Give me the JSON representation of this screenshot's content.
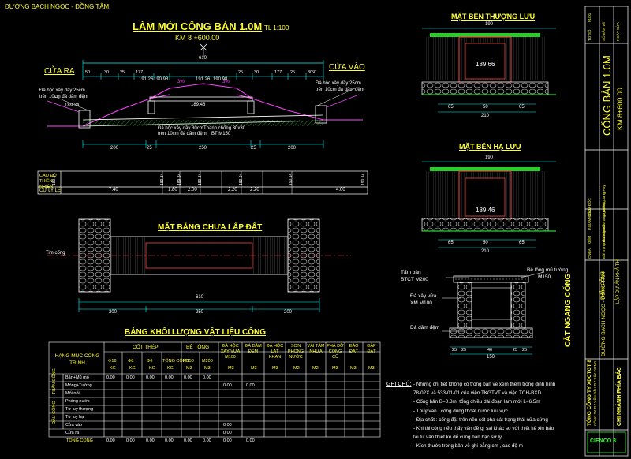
{
  "header": {
    "road_name": "ĐƯỜNG BẠCH NGỌC - ĐỒNG TÂM",
    "title": "LÀM MỚI CỐNG BẢN 1.0M",
    "scale": "TL 1:100",
    "km": "KM 8 +600.00"
  },
  "elevation": {
    "outlet_label": "CỬA RA",
    "inlet_label": "CỬA VÀO",
    "note_left": "Đá hộc xây dầy 25cm",
    "note_left_2": "trên 10cm đá dăm đệm",
    "note_right": "Đá hộc xây dầy 25cm",
    "note_right_2": "trên 10cm đá dăm đệm",
    "note_bottom_1": "Đá hộc xây dầy 30cm",
    "note_bottom_2": "trên 10cm đá dăm đệm",
    "note_tie_1": "Thanh chống 30x30",
    "note_tie_2": "BT M150",
    "total_dim": "610",
    "top_dims": [
      "50",
      "30",
      "25",
      "177",
      "191.26",
      "191.26",
      "25",
      "30",
      "177",
      "25",
      "30",
      "50"
    ],
    "bottom_dims": [
      "200",
      "25",
      "250",
      "25",
      "200"
    ],
    "slope_left": "3%",
    "slope_right": "3%",
    "elev_mid": "189.46",
    "elev_left": "189.34",
    "elev_top_l": "191.26",
    "elev_top_l2": "190.98",
    "elev_top_r": "191.26",
    "elev_top_r2": "190.98"
  },
  "profile_table": {
    "row1_label": "CAO ĐỘ THIÊN NHIÊN",
    "row2_label": "CỰ LY LẺ",
    "elevations": [
      "189.34",
      "189.34",
      "189.84",
      "189.84",
      "189.94",
      "190.14",
      "190.14"
    ],
    "distances": [
      "7.40",
      "1.80",
      "2.00",
      "2.20",
      "2.20",
      "4.00"
    ]
  },
  "plan": {
    "title": "MẶT BẰNG CHƯA LẤP ĐẤT",
    "center_label": "Tim cống",
    "total_dim": "610",
    "dims": [
      "200",
      "250",
      "200"
    ]
  },
  "upstream": {
    "title": "MẶT BÊN THƯỢNG LƯU",
    "top_dim": "190",
    "elev": "189.66",
    "dims": [
      "65",
      "50",
      "65"
    ],
    "total": "210"
  },
  "downstream": {
    "title": "MẶT BÊN HẠ LƯU",
    "top_dim": "190",
    "elev": "189.46",
    "dims": [
      "65",
      "50",
      "65"
    ],
    "total": "210"
  },
  "cross_section": {
    "title": "CẮT NGANG CỐNG",
    "slab_label": "Tấm bản",
    "slab_spec": "BTCT M200",
    "hb_label": "Bê lông mũ tường",
    "hb_spec": "M150",
    "wall_label": "Đá xây vữa",
    "wall_spec": "XM M100",
    "base_label": "Đá dăm đệm",
    "dims": [
      "25",
      "25",
      "40",
      "25",
      "25"
    ],
    "total": "150"
  },
  "quantity_table": {
    "title": "BẢNG KHỐI LƯỢNG VẬT LIỆU CỐNG",
    "col_headers": {
      "item": "HẠNG MỤC CÔNG TRÌNH",
      "rebar": "CỐT THÉP",
      "concrete": "BÊ TÔNG",
      "masonry": "ĐÁ HỘC XÂY VỮA M100",
      "gravel": "ĐÁ DĂM ĐỆM",
      "paving": "ĐÁ HỘC LÁT KHAN",
      "paint": "SƠN PHÒNG NƯỚC",
      "canvas": "VẢI TẨM NHỰA",
      "demolish": "PHÁ DỠ CÔNG CŨ",
      "dig": "ĐÀO ĐẤT",
      "fill": "ĐẮP ĐẤT"
    },
    "sub_headers": [
      "Φ16",
      "Φ8",
      "Φ6",
      "TỔNG CỘNG",
      "M150",
      "M200"
    ],
    "units": [
      "KG",
      "KG",
      "KG",
      "KG",
      "M3",
      "M3",
      "M3",
      "M3",
      "M3",
      "M2",
      "M2",
      "M3",
      "M3",
      "M3"
    ],
    "group_1": "THÂN CỐNG",
    "group_2": "ĐẦU CỐNG",
    "rows": [
      {
        "name": "Bản+Mũ mố",
        "values": [
          "0.00",
          "0.00",
          "0.00",
          "0.00",
          "0.00",
          "0.00",
          "",
          "",
          "",
          "",
          "",
          "",
          "",
          ""
        ]
      },
      {
        "name": "Móng+Tường",
        "values": [
          "",
          "",
          "",
          "",
          "",
          "",
          "0.00",
          "0.00",
          "",
          "",
          "",
          "",
          "",
          ""
        ]
      },
      {
        "name": "Mối nối",
        "values": [
          "",
          "",
          "",
          "",
          "",
          "",
          "",
          "",
          "",
          "",
          "",
          "",
          "",
          ""
        ]
      },
      {
        "name": "Phòng nước",
        "values": [
          "",
          "",
          "",
          "",
          "",
          "",
          "",
          "",
          "",
          "",
          "",
          "",
          "",
          ""
        ]
      },
      {
        "name": "Tư luy thượng",
        "values": [
          "",
          "",
          "",
          "",
          "",
          "",
          "",
          "",
          "",
          "",
          "",
          "",
          "",
          ""
        ]
      },
      {
        "name": "Tư luy hạ",
        "values": [
          "",
          "",
          "",
          "",
          "",
          "",
          "",
          "",
          "",
          "",
          "",
          "",
          "",
          ""
        ]
      },
      {
        "name": "Cửa vào",
        "values": [
          "",
          "",
          "",
          "",
          "",
          "",
          "0.00",
          "",
          "",
          "",
          "",
          "",
          "",
          ""
        ]
      },
      {
        "name": "Cửa ra",
        "values": [
          "",
          "",
          "",
          "",
          "",
          "",
          "0.00",
          "",
          "",
          "",
          "",
          "",
          "",
          ""
        ]
      },
      {
        "name": "TỔNG CỘNG",
        "values": [
          "0.00",
          "0.00",
          "0.00",
          "0.00",
          "0.00",
          "0.00",
          "0.00",
          "0.00",
          "",
          "",
          "",
          "",
          "",
          ""
        ]
      }
    ]
  },
  "notes": {
    "heading": "GHI CHÚ:",
    "lines": [
      "- Những chi tiết không có trong bản vẽ xem thêm trong định hình",
      "  78-02X và 533-01-01 của viện TKGTVT và viện TCH-BXD",
      "- Cống bản B=0.8m, tổng chiều dài đoạn làm mới L=6.5m",
      "- Thuỷ văn : cống dùng thoát nước lưu vực",
      "- Địa chất : cống đặt trên nền sét pha cát trạng thái nửa cứng",
      "- Khi thi công nếu thấy vấn đề gì sai khác so với thiết kế xin báo",
      "  tại tư vấn thiết kế để cùng bàn bạc sử lý",
      "- Kích thước trong bản vẽ ghi bằng cm , cao độ m"
    ]
  },
  "title_block": {
    "drawing_name": "CỐNG BẢN 1.0M",
    "km": "KM 8+600.00",
    "company": "TỔNG CÔNG TY XDCTGT 8",
    "company_2": "CÔNG TY TƯ VẤN ĐẦU TƯ XÂY DỰNG",
    "branch": "CHI NHÁNH PHÍA BẮC",
    "road": "ĐƯỜNG BẠCH NGỌC - ĐỒNG TÂM",
    "stage": "PHẦN CỐNG",
    "stage_2": "LẬP DỰ ÁN KHẢ THI",
    "roles": [
      "CNĐA",
      "KIỂM",
      "P.GIÁM ĐỐC",
      "GIÁM ĐỐC"
    ],
    "names": [
      "Bùi Trọng Trường",
      "Trần Văn Bắc",
      "Bùi Trọng Trường",
      "Nguyễn Quang Huy"
    ],
    "sheet": [
      "TỜ SỐ",
      "SỐ BẢN VẼ",
      "NGÀY SỬA"
    ],
    "sheet_vals": [
      "01/01",
      "",
      ""
    ],
    "logo_text": "CIENCO 8"
  },
  "colors": {
    "background": "#000000",
    "title": "#ffff33",
    "line": "#ffffff",
    "dim": "#00ffff",
    "concrete": "#ff40ff",
    "hatch": "#33ff33",
    "red": "#ff4040"
  }
}
